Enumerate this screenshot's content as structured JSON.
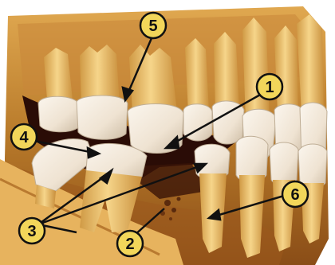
{
  "colors": {
    "background": "#ffffff",
    "bone": "#b87a2a",
    "bone_light": "#e0a850",
    "bone_dark": "#7a3f12",
    "root": "#f1c770",
    "root_shade": "#d09a45",
    "enamel": "#f7efe4",
    "enamel_shade": "#d9cbb8",
    "cavity": "#2a0c06",
    "lip": "#e7b35e",
    "callout_fill": "#f2d65a",
    "callout_stroke": "#111111",
    "arrow": "#111111"
  },
  "callouts": [
    {
      "id": "callout-1",
      "label": "1"
    },
    {
      "id": "callout-2",
      "label": "2"
    },
    {
      "id": "callout-3",
      "label": "3"
    },
    {
      "id": "callout-4",
      "label": "4"
    },
    {
      "id": "callout-5",
      "label": "5"
    },
    {
      "id": "callout-6",
      "label": "6"
    }
  ]
}
